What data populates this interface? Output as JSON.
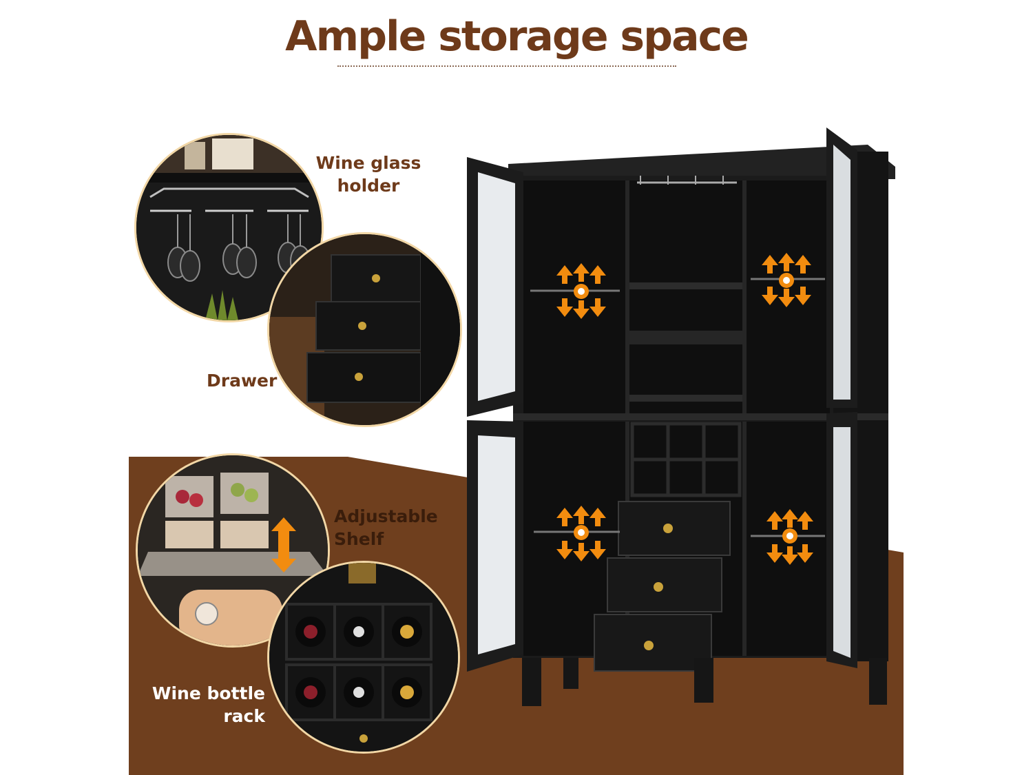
{
  "title": "Ample storage space",
  "features": {
    "wine_glass_holder": "Wine glass holder",
    "drawer": "Drawer",
    "adjustable_shelf": "Adjustable Shelf",
    "wine_bottle_rack": "Wine bottle rack"
  },
  "colors": {
    "title_brown": "#6e3a1a",
    "background_brown": "#6f3f1e",
    "arrow_orange": "#f28c0f",
    "cabinet_black": "#1c1c1c",
    "knob_gold": "#c9a23b"
  }
}
